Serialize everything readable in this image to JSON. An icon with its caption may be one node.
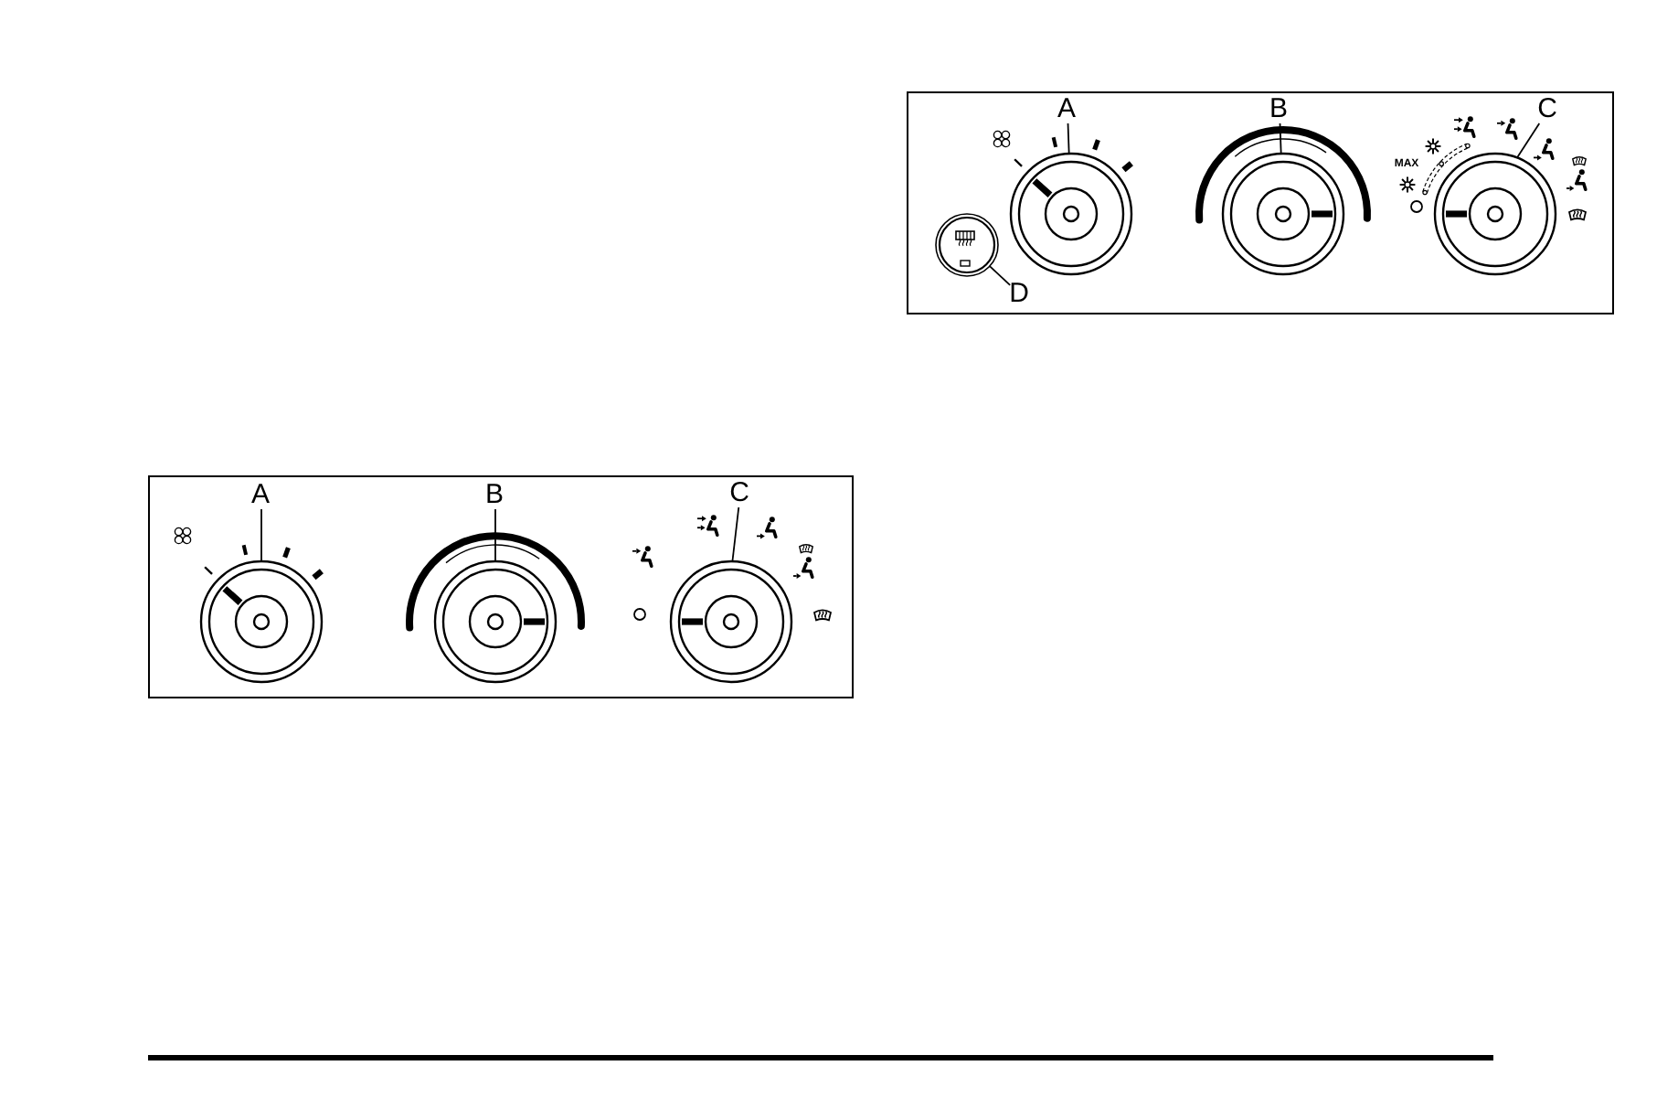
{
  "diagram": {
    "nodes": [
      {
        "text": [],
        "shape": "box"
      },
      {
        "text": [
          "A"
        ],
        "in": 0
      },
      {
        "text": [],
        "shape": "circle",
        "in": 0
      },
      {
        "text": [
          "B"
        ],
        "in": 0
      },
      {
        "text": [],
        "shape": "circle",
        "in": 0
      },
      {
        "text": [
          "C"
        ],
        "in": 0
      },
      {
        "text": [],
        "shape": "circle",
        "in": 0
      },
      {
        "text": [],
        "shape": "box"
      },
      {
        "text": [
          "A"
        ],
        "in": 7
      },
      {
        "text": [],
        "shape": "circle",
        "in": 7
      },
      {
        "text": [
          "B"
        ],
        "in": 7
      },
      {
        "text": [],
        "shape": "circle",
        "in": 7
      },
      {
        "text": [
          "C"
        ],
        "in": 7
      },
      {
        "text": [],
        "shape": "circle",
        "in": 7
      },
      {
        "text": [],
        "shape": "circle",
        "in": 7
      },
      {
        "text": [
          "D"
        ],
        "in": 7
      }
    ],
    "edges": [
      {
        "from": 1,
        "to": 2,
        "arrow": "none"
      },
      {
        "from": 3,
        "to": 4,
        "arrow": "none"
      },
      {
        "from": 5,
        "to": 6,
        "arrow": "none"
      },
      {
        "from": 8,
        "to": 9,
        "arrow": "none"
      },
      {
        "from": 10,
        "to": 11,
        "arrow": "none"
      },
      {
        "from": 12,
        "to": 13,
        "arrow": "none"
      },
      {
        "from": 15,
        "to": 14,
        "arrow": "none"
      }
    ],
    "labels": [
      "MAX"
    ]
  }
}
